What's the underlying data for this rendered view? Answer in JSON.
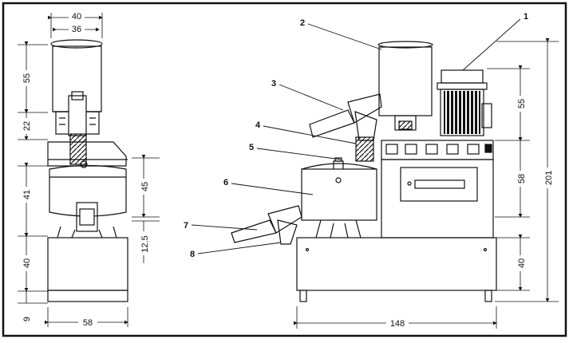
{
  "dimensions": {
    "top_outer": "40",
    "top_inner": "36",
    "left_hopper": "55",
    "left_neck": "22",
    "left_tank": "41",
    "left_base": "40",
    "left_foot": "9",
    "bottom_left": "58",
    "mid_tank": "45",
    "mid_base": "12.5",
    "right_motor": "55",
    "right_panel": "58",
    "right_base": "40",
    "overall_height": "201",
    "bottom_right": "148"
  },
  "callouts": [
    "1",
    "2",
    "3",
    "4",
    "5",
    "6",
    "7",
    "8"
  ]
}
